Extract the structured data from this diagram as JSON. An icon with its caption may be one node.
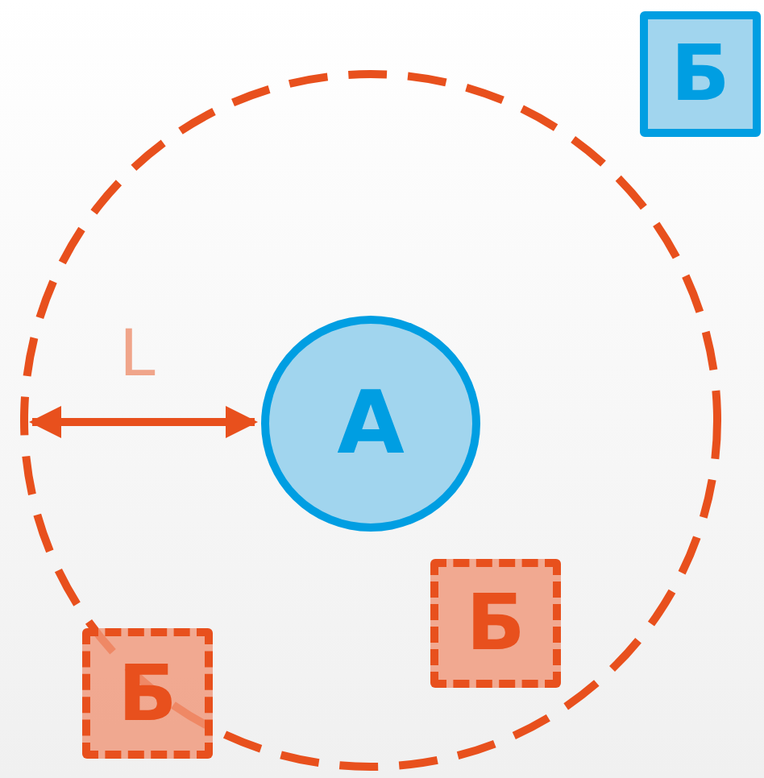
{
  "diagram": {
    "nodes": [
      {
        "text": [
          "А"
        ]
      },
      {
        "text": [
          "Б"
        ]
      },
      {
        "text": [
          "Б"
        ]
      },
      {
        "text": [
          "Б"
        ]
      }
    ],
    "labels": [
      "L"
    ]
  }
}
